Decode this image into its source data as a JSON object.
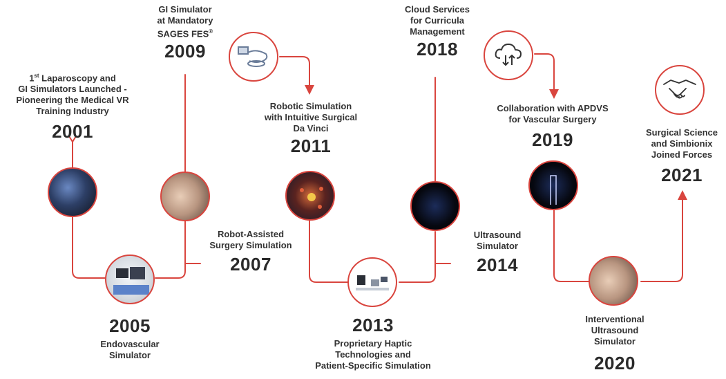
{
  "colors": {
    "accent": "#d9453e",
    "line": "#d9453e",
    "text": "#2a2a2a"
  },
  "events": {
    "e2001": {
      "desc": "1st Laparoscopy and\nGI Simulators Launched -\nPioneering the Medical VR\nTraining Industry",
      "year": "2001"
    },
    "e2005": {
      "desc": "Endovascular\nSimulator",
      "year": "2005"
    },
    "e2007": {
      "desc": "Robot-Assisted\nSurgery Simulation",
      "year": "2007"
    },
    "e2009": {
      "desc": "GI Simulator\nat Mandatory\nSAGES FES",
      "year": "2009"
    },
    "e2011": {
      "desc": "Robotic Simulation\nwith Intuitive Surgical\nDa Vinci",
      "year": "2011"
    },
    "e2013": {
      "desc": "Proprietary Haptic\nTechnologies and\nPatient-Specific Simulation",
      "year": "2013"
    },
    "e2014": {
      "desc": "Ultrasound\nSimulator",
      "year": "2014"
    },
    "e2018": {
      "desc": "Cloud Services\nfor Curricula\nManagement",
      "year": "2018"
    },
    "e2019": {
      "desc": "Collaboration with APDVS\nfor Vascular Surgery",
      "year": "2019"
    },
    "e2020": {
      "desc": "Interventional\nUltrasound\nSimulator",
      "year": "2020"
    },
    "e2021": {
      "desc": "Surgical Science\nand Simbionix\nJoined Forces",
      "year": "2021"
    }
  },
  "icons": [
    "laparoscopy-photo",
    "endovascular-photo",
    "robot-assisted-photo",
    "gi-simulator-icon",
    "da-vinci-photo",
    "haptic-device-icon",
    "ultrasound-photo",
    "cloud-sync-icon",
    "vascular-photo",
    "interventional-ultrasound-photo",
    "handshake-icon"
  ]
}
